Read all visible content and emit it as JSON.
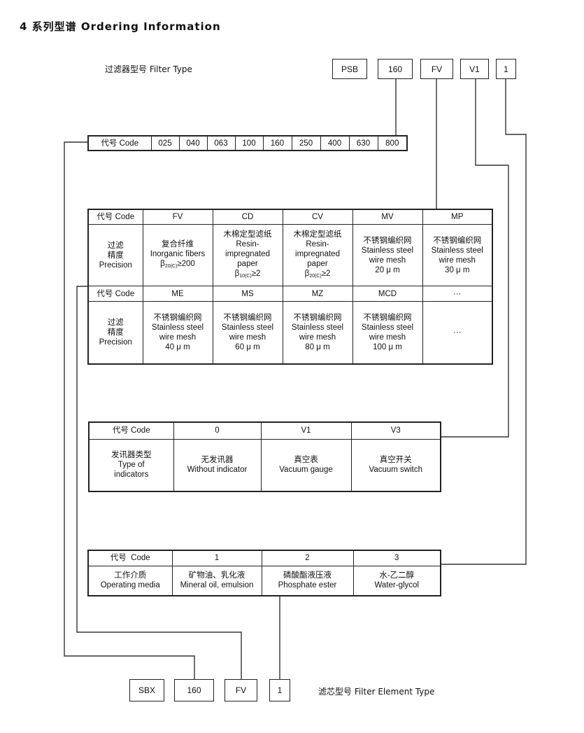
{
  "heading": "4 系列型谱 Ordering Information",
  "filter_type_label": "过滤器型号 Filter Type",
  "filter_type_boxes": [
    "PSB",
    "160",
    "FV",
    "V1",
    "1"
  ],
  "code_row": {
    "label": "代号 Code",
    "values": [
      "025",
      "040",
      "063",
      "100",
      "160",
      "250",
      "400",
      "630",
      "800"
    ]
  },
  "precision_table": {
    "code_label": "代号 Code",
    "precision_label": [
      "过滤",
      "精度",
      "Precision"
    ],
    "row1_codes": [
      "FV",
      "CD",
      "CV",
      "MV",
      "MP"
    ],
    "row1_desc": [
      {
        "lines": [
          "复合纤维",
          "Inorganic fibers"
        ],
        "beta": "β",
        "sub": "20(C)",
        "ratio": "≥200"
      },
      {
        "lines": [
          "木棉定型滤纸",
          "Resin-",
          "impregnated",
          "paper"
        ],
        "beta": "β",
        "sub": "10(C)",
        "ratio": "≥2"
      },
      {
        "lines": [
          "木棉定型滤纸",
          "Resin-",
          "impregnated",
          "paper"
        ],
        "beta": "β",
        "sub": "20(C)",
        "ratio": "≥2"
      },
      {
        "lines": [
          "不锈钢编织网",
          "Stainless steel",
          "wire mesh",
          "20 μ m"
        ]
      },
      {
        "lines": [
          "不锈钢编织网",
          "Stainless steel",
          "wire mesh",
          "30 μ m"
        ]
      }
    ],
    "row2_codes": [
      "ME",
      "MS",
      "MZ",
      "MCD",
      "···"
    ],
    "row2_desc": [
      {
        "lines": [
          "不锈钢编织网",
          "Stainless steel",
          "wire mesh",
          "40 μ m"
        ]
      },
      {
        "lines": [
          "不锈钢编织网",
          "Stainless steel",
          "wire mesh",
          "60 μ m"
        ]
      },
      {
        "lines": [
          "不锈钢编织网",
          "Stainless steel",
          "wire mesh",
          "80 μ m"
        ]
      },
      {
        "lines": [
          "不锈钢编织网",
          "Stainless steel",
          "wire mesh",
          "100 μ m"
        ]
      },
      {
        "lines": [
          "···"
        ]
      }
    ]
  },
  "indicator_table": {
    "code_label": "代号 Code",
    "codes": [
      "0",
      "V1",
      "V3"
    ],
    "type_label": [
      "发讯器类型",
      "Type of",
      "indicators"
    ],
    "desc": [
      [
        "无发讯器",
        "Without indicator"
      ],
      [
        "真空表",
        "Vacuum gauge"
      ],
      [
        "真空开关",
        "Vacuum switch"
      ]
    ]
  },
  "media_table": {
    "code_label": "代号  Code",
    "codes": [
      "1",
      "2",
      "3"
    ],
    "media_label": [
      "工作介质",
      "Operating media"
    ],
    "desc": [
      [
        "矿物油、乳化液",
        "Mineral oil, emulsion"
      ],
      [
        "磷酸酯液压液",
        "Phosphate ester"
      ],
      [
        "水-乙二醇",
        "Water-glycol"
      ]
    ]
  },
  "element_type_boxes": [
    "SBX",
    "160",
    "FV",
    "1"
  ],
  "element_type_label": "滤芯型号 Filter Element Type"
}
